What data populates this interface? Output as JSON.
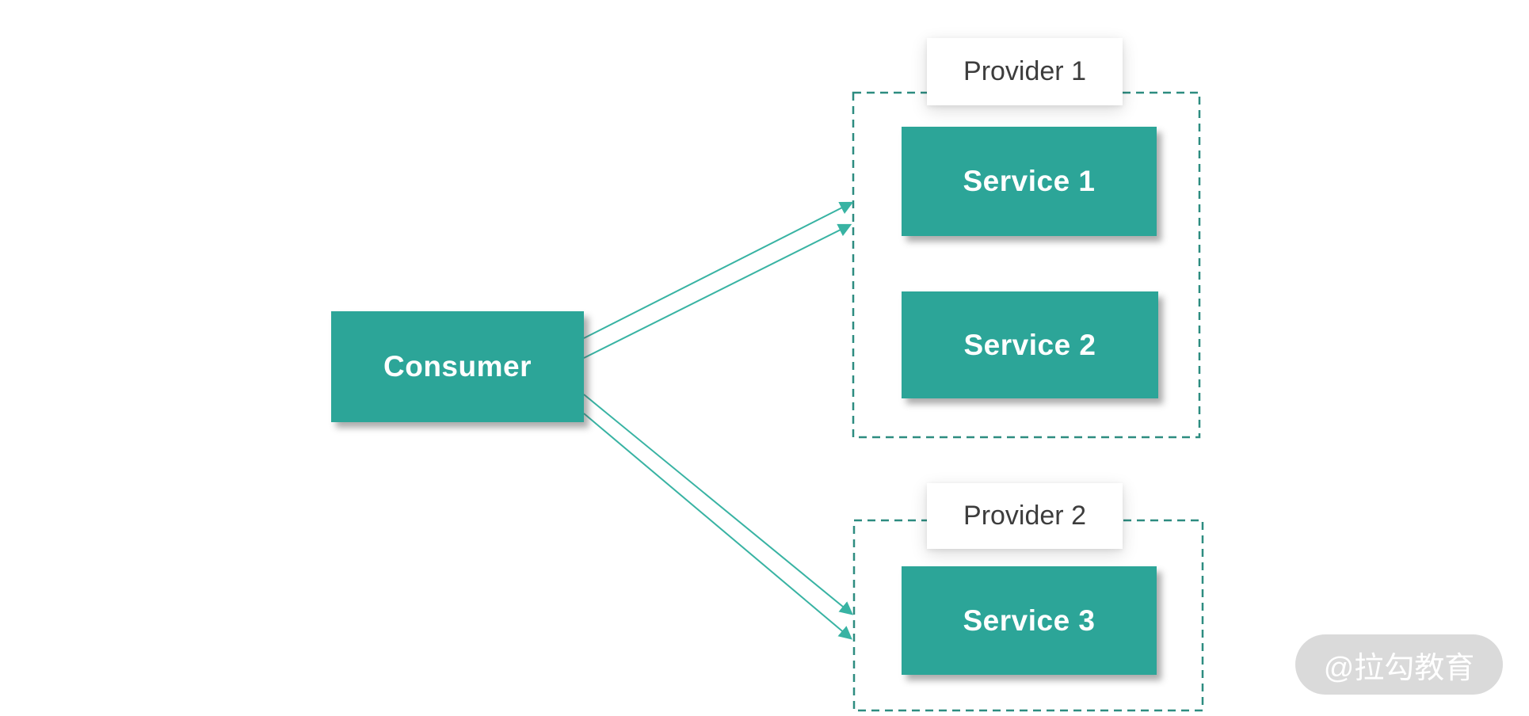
{
  "diagram": {
    "consumer": {
      "label": "Consumer"
    },
    "providers": [
      {
        "label": "Provider 1",
        "services": [
          {
            "label": "Service 1"
          },
          {
            "label": "Service 2"
          }
        ]
      },
      {
        "label": "Provider 2",
        "services": [
          {
            "label": "Service 3"
          }
        ]
      }
    ],
    "edges": [
      {
        "from": "Consumer",
        "to": "Provider 1",
        "arrows": 2,
        "style": "solid-arrow"
      },
      {
        "from": "Consumer",
        "to": "Provider 2",
        "arrows": 2,
        "style": "solid-arrow"
      }
    ]
  },
  "watermark": {
    "text": "@拉勾教育"
  },
  "colors": {
    "node_fill": "#2ca598",
    "node_text": "#ffffff",
    "arrow": "#38b3a3",
    "group_border": "#2d8c80",
    "label_text": "#3d3d3d",
    "watermark_bg": "#dadada",
    "watermark_text": "#ffffff"
  }
}
